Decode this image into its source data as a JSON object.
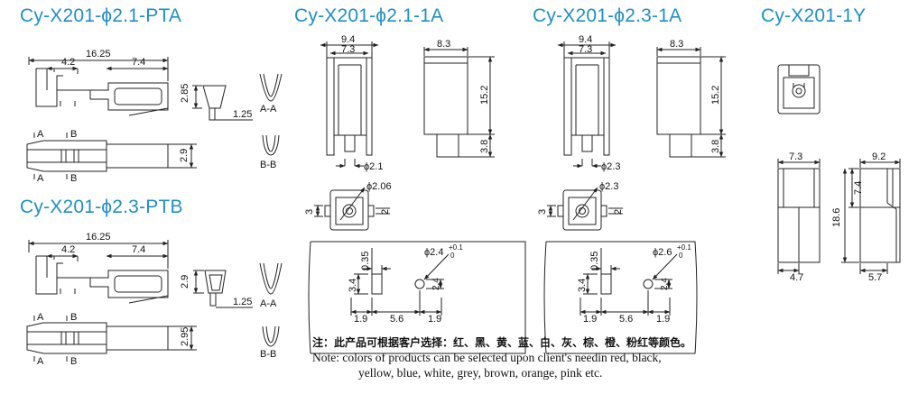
{
  "titles": {
    "pta": "Cy-X201-ϕ2.1-PTA",
    "ptb": "Cy-X201-ϕ2.3-PTB",
    "a21": "Cy-X201-ϕ2.1-1A",
    "a23": "Cy-X201-ϕ2.3-1A",
    "y1": "Cy-X201-1Y"
  },
  "dims": {
    "len_total": "16.25",
    "len_a": "4.2",
    "len_b": "7.4",
    "h_pta": "2.85",
    "off_125": "1.25",
    "h_29": "2.9",
    "h_295": "2.95",
    "w_94": "9.4",
    "w_73": "7.3",
    "w_83": "8.3",
    "h_152": "15.2",
    "h_38": "3.8",
    "phi21": "ϕ2.1",
    "phi23": "ϕ2.3",
    "phi206": "ϕ2.06",
    "three": "3",
    "two": "2",
    "d035": "0.35",
    "d34": "3.4",
    "d24": "2.4",
    "d19": "1.9",
    "d56": "5.6",
    "phi24": "ϕ2.4",
    "phi26": "ϕ2.6",
    "tol_plus": "+0.1",
    "tol_zero": "0",
    "w_92": "9.2",
    "h_74": "7.4",
    "h_186": "18.6",
    "w_47": "4.7",
    "w_57": "5.7"
  },
  "labels": {
    "A": "A",
    "B": "B",
    "AA": "A-A",
    "BB": "B-B"
  },
  "note": {
    "cn": "注：此产品可根据客户选择：红、黑、黄、蓝、白、灰、棕、橙、粉红等颜色。",
    "en1": "Note: colors of  products can be selected upon client's needin red, black,",
    "en2": "yellow, blue, white, grey, brown, orange, pink  etc."
  },
  "colors": {
    "title": "#1f8fc6",
    "line": "#222222"
  }
}
